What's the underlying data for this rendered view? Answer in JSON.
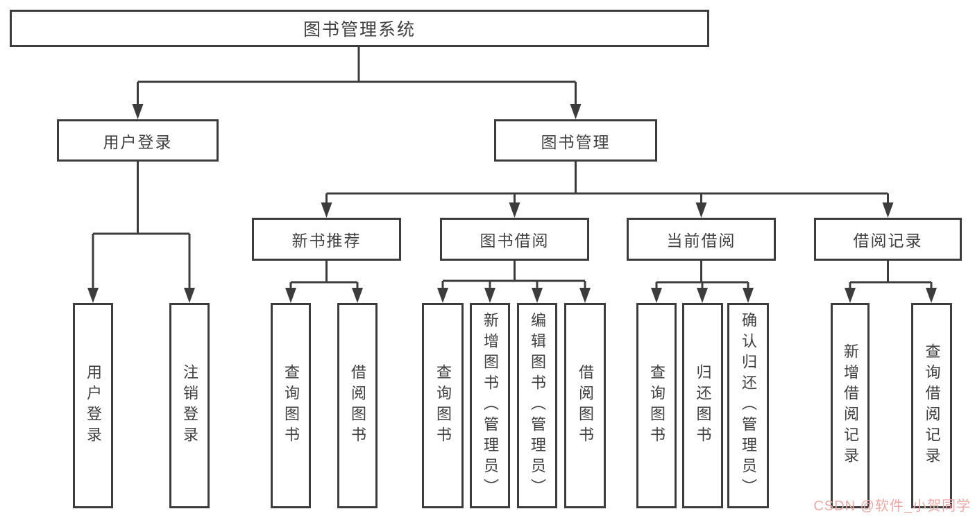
{
  "nodes": {
    "root": "图书管理系统",
    "user_login": "用户登录",
    "book_mgmt": "图书管理",
    "new_book_rec": "新书推荐",
    "book_borrow": "图书借阅",
    "current_borrow": "当前借阅",
    "borrow_records": "借阅记录",
    "leaf_user_login": "用户登录",
    "leaf_logout": "注销登录",
    "rec_query_books": "查询图书",
    "rec_borrow_books": "借阅图书",
    "bb_query_books": "查询图书",
    "bb_add_books": "新增图书（管理员）",
    "bb_edit_books": "编辑图书（管理员）",
    "bb_borrow_books": "借阅图书",
    "cb_query_books": "查询图书",
    "cb_return_books": "归还图书",
    "cb_confirm_return": "确认归还（管理员）",
    "br_add_record": "新增借阅记录",
    "br_query_record": "查询借阅记录"
  },
  "watermark": {
    "text": "CSDN @软件_小贺同学",
    "color": "#eda9a6"
  },
  "colors": {
    "line": "#3c3c3c",
    "text": "#3f3f3f",
    "background": "#ffffff"
  }
}
